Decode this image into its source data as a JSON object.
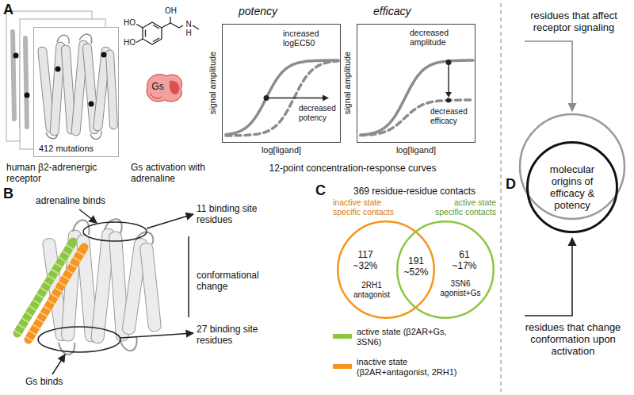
{
  "diagram": {
    "nodes": [
      {
        "text": [
          "412 mutations"
        ]
      },
      {
        "text": [
          "Gs"
        ]
      },
      {
        "text": [
          "potency",
          "increased logEC50",
          "decreased potency"
        ]
      },
      {
        "text": [
          "efficacy",
          "decreased amplitude",
          "decreased efficacy"
        ]
      },
      {
        "text": [
          "inactive state specific contacts",
          "117 ~32%",
          "2RH1 antagonist"
        ]
      },
      {
        "text": [
          "active state specific contacts",
          "61 ~17%",
          "3SN6 agonist+Gs"
        ]
      },
      {
        "text": [
          "molecular origins of efficacy & potency"
        ]
      }
    ],
    "labels": [
      "A",
      "HO",
      "HO",
      "OH",
      "N",
      "H",
      "human β2-adrenergic receptor",
      "Gs activation with adrenaline",
      "signal amplitude",
      "log[ligand]",
      "signal amplitude",
      "log[ligand]",
      "12-point concentration-response curves",
      "B",
      "adrenaline binds",
      "11 binding site residues",
      "conformational change",
      "27 binding site residues",
      "Gs binds",
      "C",
      "369 residue-residue contacts",
      "191 ~52%",
      "D",
      "residues that affect receptor signaling",
      "residues that change conformation upon activation"
    ],
    "legend": [
      {
        "text": "active state (β2AR+Gs, 3SN6)",
        "color": "#8dc63f"
      },
      {
        "text": "inactive state (β2AR+antagonist, 2RH1)",
        "color": "#f7941d"
      }
    ]
  }
}
